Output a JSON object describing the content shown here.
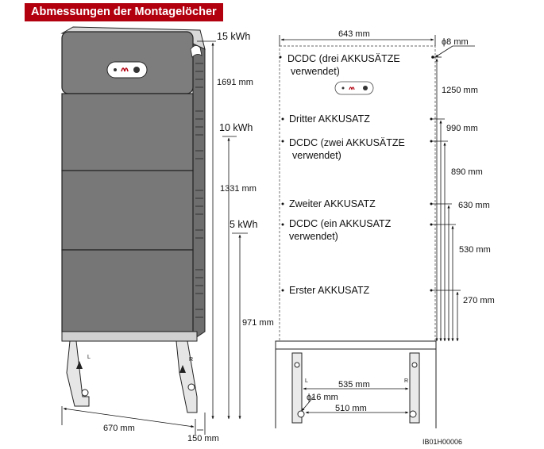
{
  "title": "Abmessungen der Montagelöcher",
  "left_view": {
    "capacity_15": "15 kWh",
    "capacity_10": "10 kWh",
    "capacity_5": "5 kWh",
    "height_15": "1691 mm",
    "height_10": "1331 mm",
    "height_5": "971 mm",
    "width": "670 mm",
    "depth": "150 mm",
    "bracket_left_mark": "L",
    "bracket_right_mark": "R"
  },
  "right_view": {
    "total_width": "643 mm",
    "hole_diameter": "ϕ8 mm",
    "dcdc_three_line1": "DCDC (drei AKKUSÄTZE",
    "dcdc_three_line2": "verwendet)",
    "third_pack": "Dritter AKKUSATZ",
    "dcdc_two_line1": "DCDC (zwei AKKUSÄTZE",
    "dcdc_two_line2": "verwendet)",
    "second_pack": "Zweiter AKKUSATZ",
    "dcdc_one_line1": "DCDC (ein AKKUSATZ",
    "dcdc_one_line2": "verwendet)",
    "first_pack": "Erster AKKUSATZ",
    "dim_1250": "1250 mm",
    "dim_990": "990 mm",
    "dim_890": "890 mm",
    "dim_630": "630 mm",
    "dim_530": "530 mm",
    "dim_270": "270 mm",
    "bracket_width": "535 mm",
    "bolt_diameter": "ϕ16 mm",
    "bolt_spacing": "510 mm",
    "bracket_left_mark": "L",
    "bracket_right_mark": "R"
  },
  "figure_code": "IB01H00006"
}
